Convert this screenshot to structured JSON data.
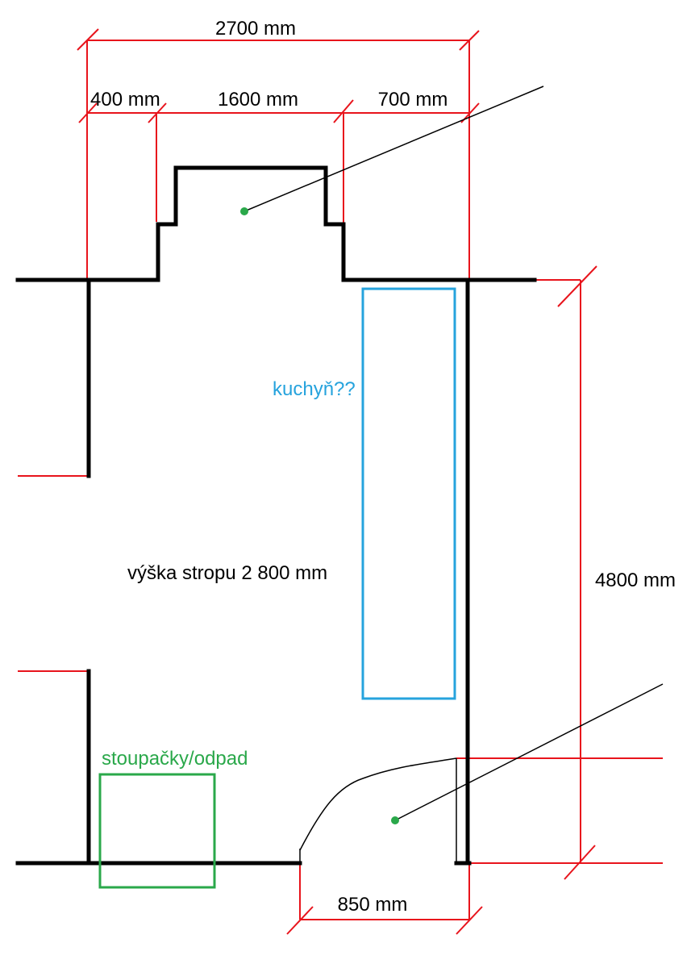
{
  "dimensions": {
    "total_width": "2700 mm",
    "left_segment": "400 mm",
    "middle_segment": "1600 mm",
    "right_segment": "700 mm",
    "room_length": "4800 mm",
    "door_width": "850 mm"
  },
  "labels": {
    "ceiling_height": "výška stropu 2 800 mm",
    "kitchen": "kuchyň??",
    "risers": "stoupačky/odpad"
  },
  "colors": {
    "walls": "#000000",
    "dimension_lines": "#e8141c",
    "kitchen": "#26a3dd",
    "risers": "#2aa84a",
    "markers": "#2aa84a"
  }
}
